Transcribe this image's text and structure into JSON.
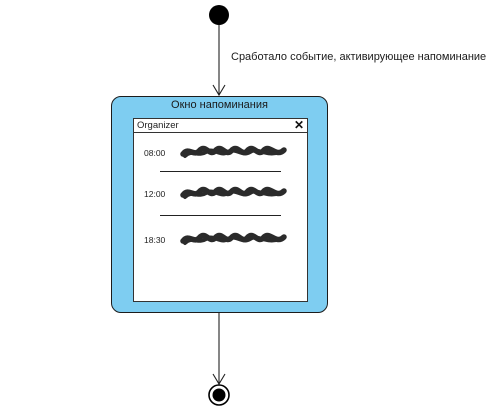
{
  "diagram": {
    "event_label": "Сработало событие, активирующее напоминание",
    "state": {
      "title": "Окно напоминания"
    },
    "window": {
      "title": "Organizer",
      "close_glyph": "✕",
      "entries": [
        {
          "time": "08:00"
        },
        {
          "time": "12:00"
        },
        {
          "time": "18:30"
        }
      ]
    },
    "colors": {
      "state_fill": "#7ecdf1",
      "outline": "#1c1c1c",
      "node_fill": "#000000"
    },
    "icons": [
      "initial-node-icon",
      "final-node-icon",
      "close-icon",
      "scribble-icon"
    ]
  }
}
